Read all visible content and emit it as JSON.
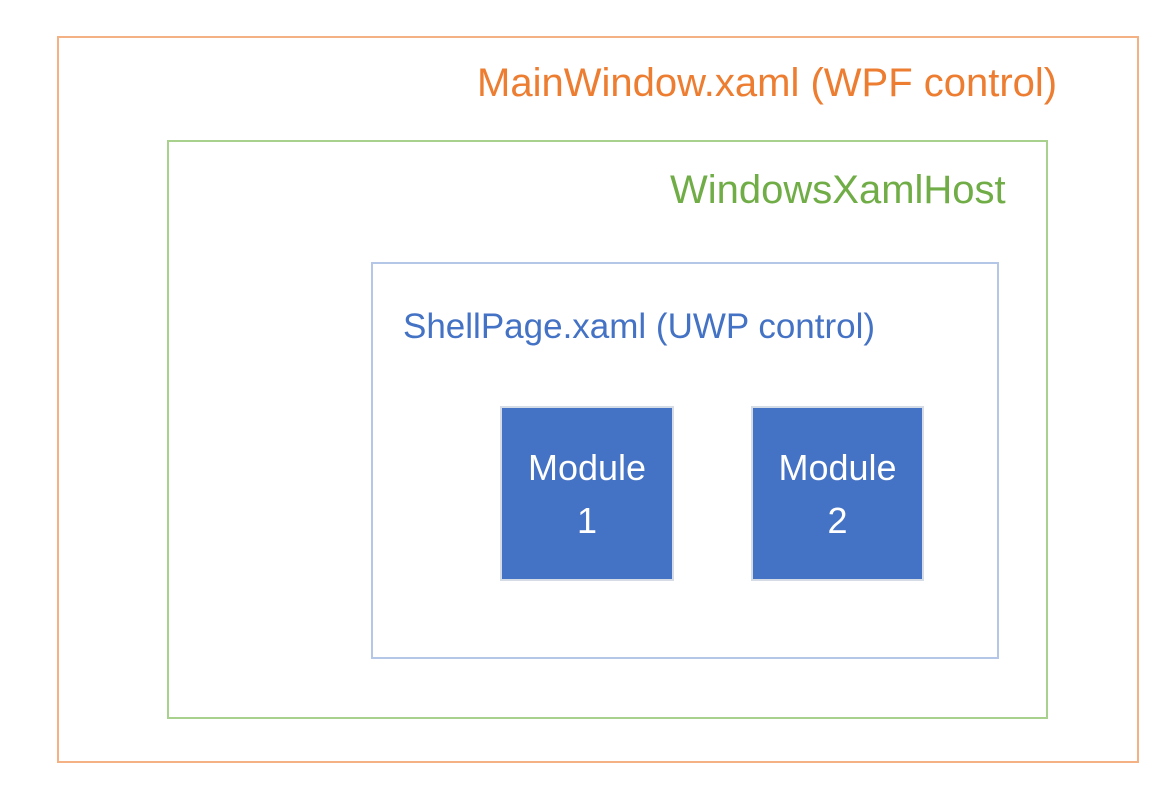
{
  "diagram": {
    "outer_box": {
      "label": "MainWindow.xaml (WPF control)",
      "text_color": "#ED7D31",
      "border_color": "#F4B183"
    },
    "host_box": {
      "label": "WindowsXamlHost",
      "text_color": "#70AD47",
      "border_color": "#A9D18E"
    },
    "shell_box": {
      "label": "ShellPage.xaml (UWP control)",
      "text_color": "#4472C4",
      "border_color": "#B4C7E7"
    },
    "modules": [
      {
        "line1": "Module",
        "line2": "1",
        "fill_color": "#4472C4",
        "text_color": "#FFFFFF",
        "border_color": "#D6DCE5"
      },
      {
        "line1": "Module",
        "line2": "2",
        "fill_color": "#4472C4",
        "text_color": "#FFFFFF",
        "border_color": "#D6DCE5"
      }
    ]
  }
}
